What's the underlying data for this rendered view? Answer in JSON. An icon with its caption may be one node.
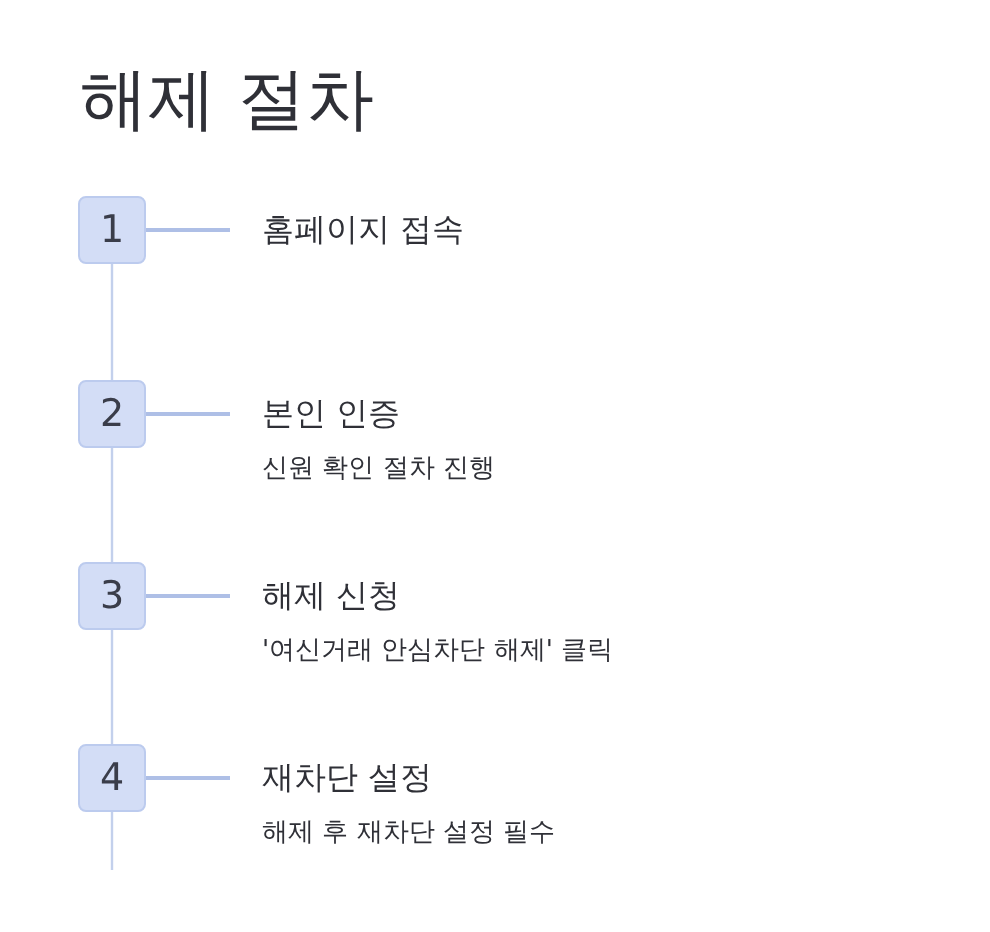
{
  "diagram": {
    "title": "해제 절차",
    "nodes": [
      {
        "text": [
          "1"
        ]
      },
      {
        "text": [
          "홈페이지 접속"
        ]
      },
      {
        "text": [
          "2"
        ]
      },
      {
        "text": [
          "본인 인증",
          "신원 확인 절차 진행"
        ]
      },
      {
        "text": [
          "3"
        ]
      },
      {
        "text": [
          "해제 신청",
          "'여신거래 안심차단 해제' 클릭"
        ]
      },
      {
        "text": [
          "4"
        ]
      },
      {
        "text": [
          "재차단 설정",
          "해제 후 재차단 설정 필수"
        ]
      }
    ],
    "edges": [
      {
        "from": 0,
        "to": 1,
        "arrow": "none"
      },
      {
        "from": 0,
        "to": 2,
        "arrow": "none"
      },
      {
        "from": 2,
        "to": 3,
        "arrow": "none"
      },
      {
        "from": 2,
        "to": 4,
        "arrow": "none"
      },
      {
        "from": 4,
        "to": 5,
        "arrow": "none"
      },
      {
        "from": 4,
        "to": 6,
        "arrow": "none"
      },
      {
        "from": 6,
        "to": 7,
        "arrow": "none"
      },
      {
        "from": 6,
        "to": null,
        "arrow": "none"
      }
    ]
  }
}
